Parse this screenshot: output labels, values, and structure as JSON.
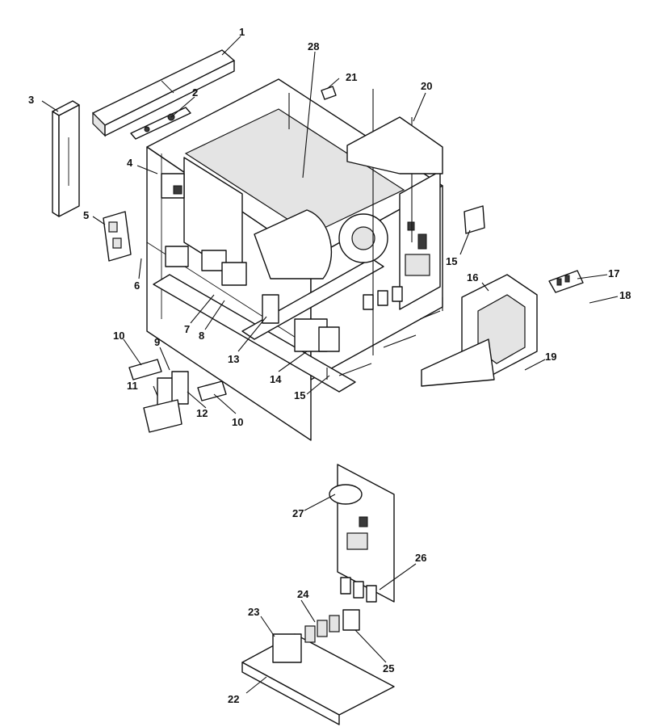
{
  "callouts": [
    {
      "id": "1",
      "label": "1"
    },
    {
      "id": "2",
      "label": "2"
    },
    {
      "id": "3",
      "label": "3"
    },
    {
      "id": "4",
      "label": "4"
    },
    {
      "id": "5",
      "label": "5"
    },
    {
      "id": "6",
      "label": "6"
    },
    {
      "id": "7",
      "label": "7"
    },
    {
      "id": "8",
      "label": "8"
    },
    {
      "id": "9",
      "label": "9"
    },
    {
      "id": "10a",
      "label": "10"
    },
    {
      "id": "10b",
      "label": "10"
    },
    {
      "id": "11",
      "label": "11"
    },
    {
      "id": "12",
      "label": "12"
    },
    {
      "id": "13",
      "label": "13"
    },
    {
      "id": "14",
      "label": "14"
    },
    {
      "id": "15a",
      "label": "15"
    },
    {
      "id": "15b",
      "label": "15"
    },
    {
      "id": "16",
      "label": "16"
    },
    {
      "id": "17",
      "label": "17"
    },
    {
      "id": "18",
      "label": "18"
    },
    {
      "id": "19",
      "label": "19"
    },
    {
      "id": "20",
      "label": "20"
    },
    {
      "id": "21",
      "label": "21"
    },
    {
      "id": "22",
      "label": "22"
    },
    {
      "id": "23",
      "label": "23"
    },
    {
      "id": "24",
      "label": "24"
    },
    {
      "id": "25",
      "label": "25"
    },
    {
      "id": "26",
      "label": "26"
    },
    {
      "id": "27",
      "label": "27"
    },
    {
      "id": "28",
      "label": "28"
    }
  ]
}
